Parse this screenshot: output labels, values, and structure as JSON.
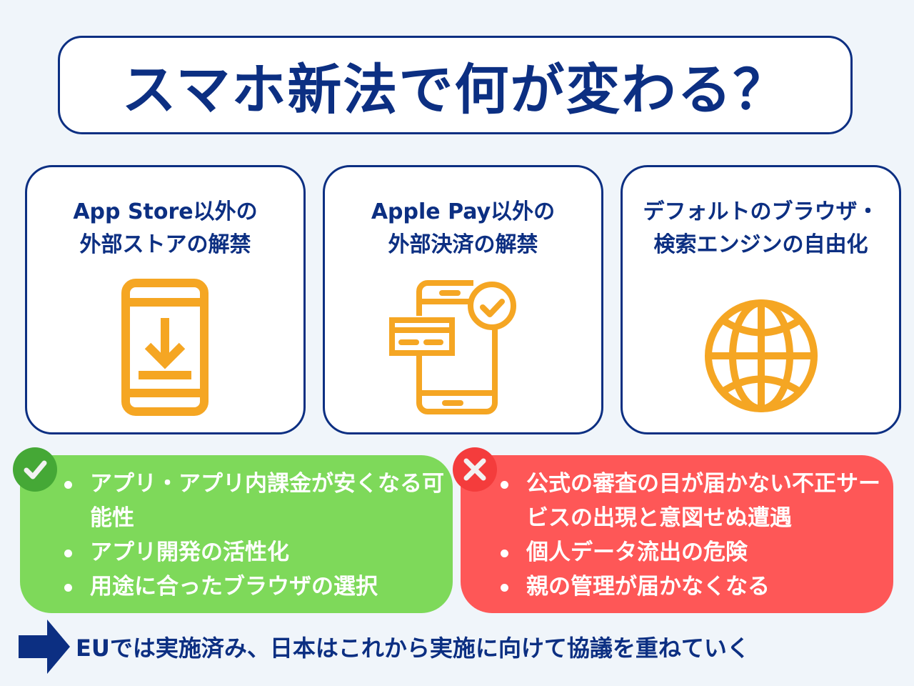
{
  "title": "スマホ新法で何が変わる？",
  "cards": [
    {
      "title_lines": [
        "App Store以外の",
        "外部ストアの解禁"
      ],
      "icon": "phone-download-icon"
    },
    {
      "title_lines": [
        "Apple Pay以外の",
        "外部決済の解禁"
      ],
      "icon": "phone-payment-check-icon"
    },
    {
      "title_lines": [
        "デフォルトのブラウザ・",
        "検索エンジンの自由化"
      ],
      "icon": "globe-icon"
    }
  ],
  "pros": {
    "badge_icon": "check-icon",
    "items": [
      "アプリ・アプリ内課金が安くなる可能性",
      "アプリ開発の活性化",
      "用途に合ったブラウザの選択"
    ]
  },
  "cons": {
    "badge_icon": "cross-icon",
    "items": [
      "公式の審査の目が届かない不正サービスの出現と意図せぬ遭遇",
      "個人データ流出の危険",
      "親の管理が届かなくなる"
    ]
  },
  "footer": {
    "icon": "arrow-right-icon",
    "text": "EUでは実施済み、日本はこれから実施に向けて協議を重ねていく"
  },
  "colors": {
    "navy": "#0c2f82",
    "orange": "#f5a623",
    "green_panel": "#7ed95a",
    "green_badge": "#45a836",
    "red_panel": "#fe5757",
    "red_badge": "#f43c3c",
    "background": "#f0f5fa"
  }
}
